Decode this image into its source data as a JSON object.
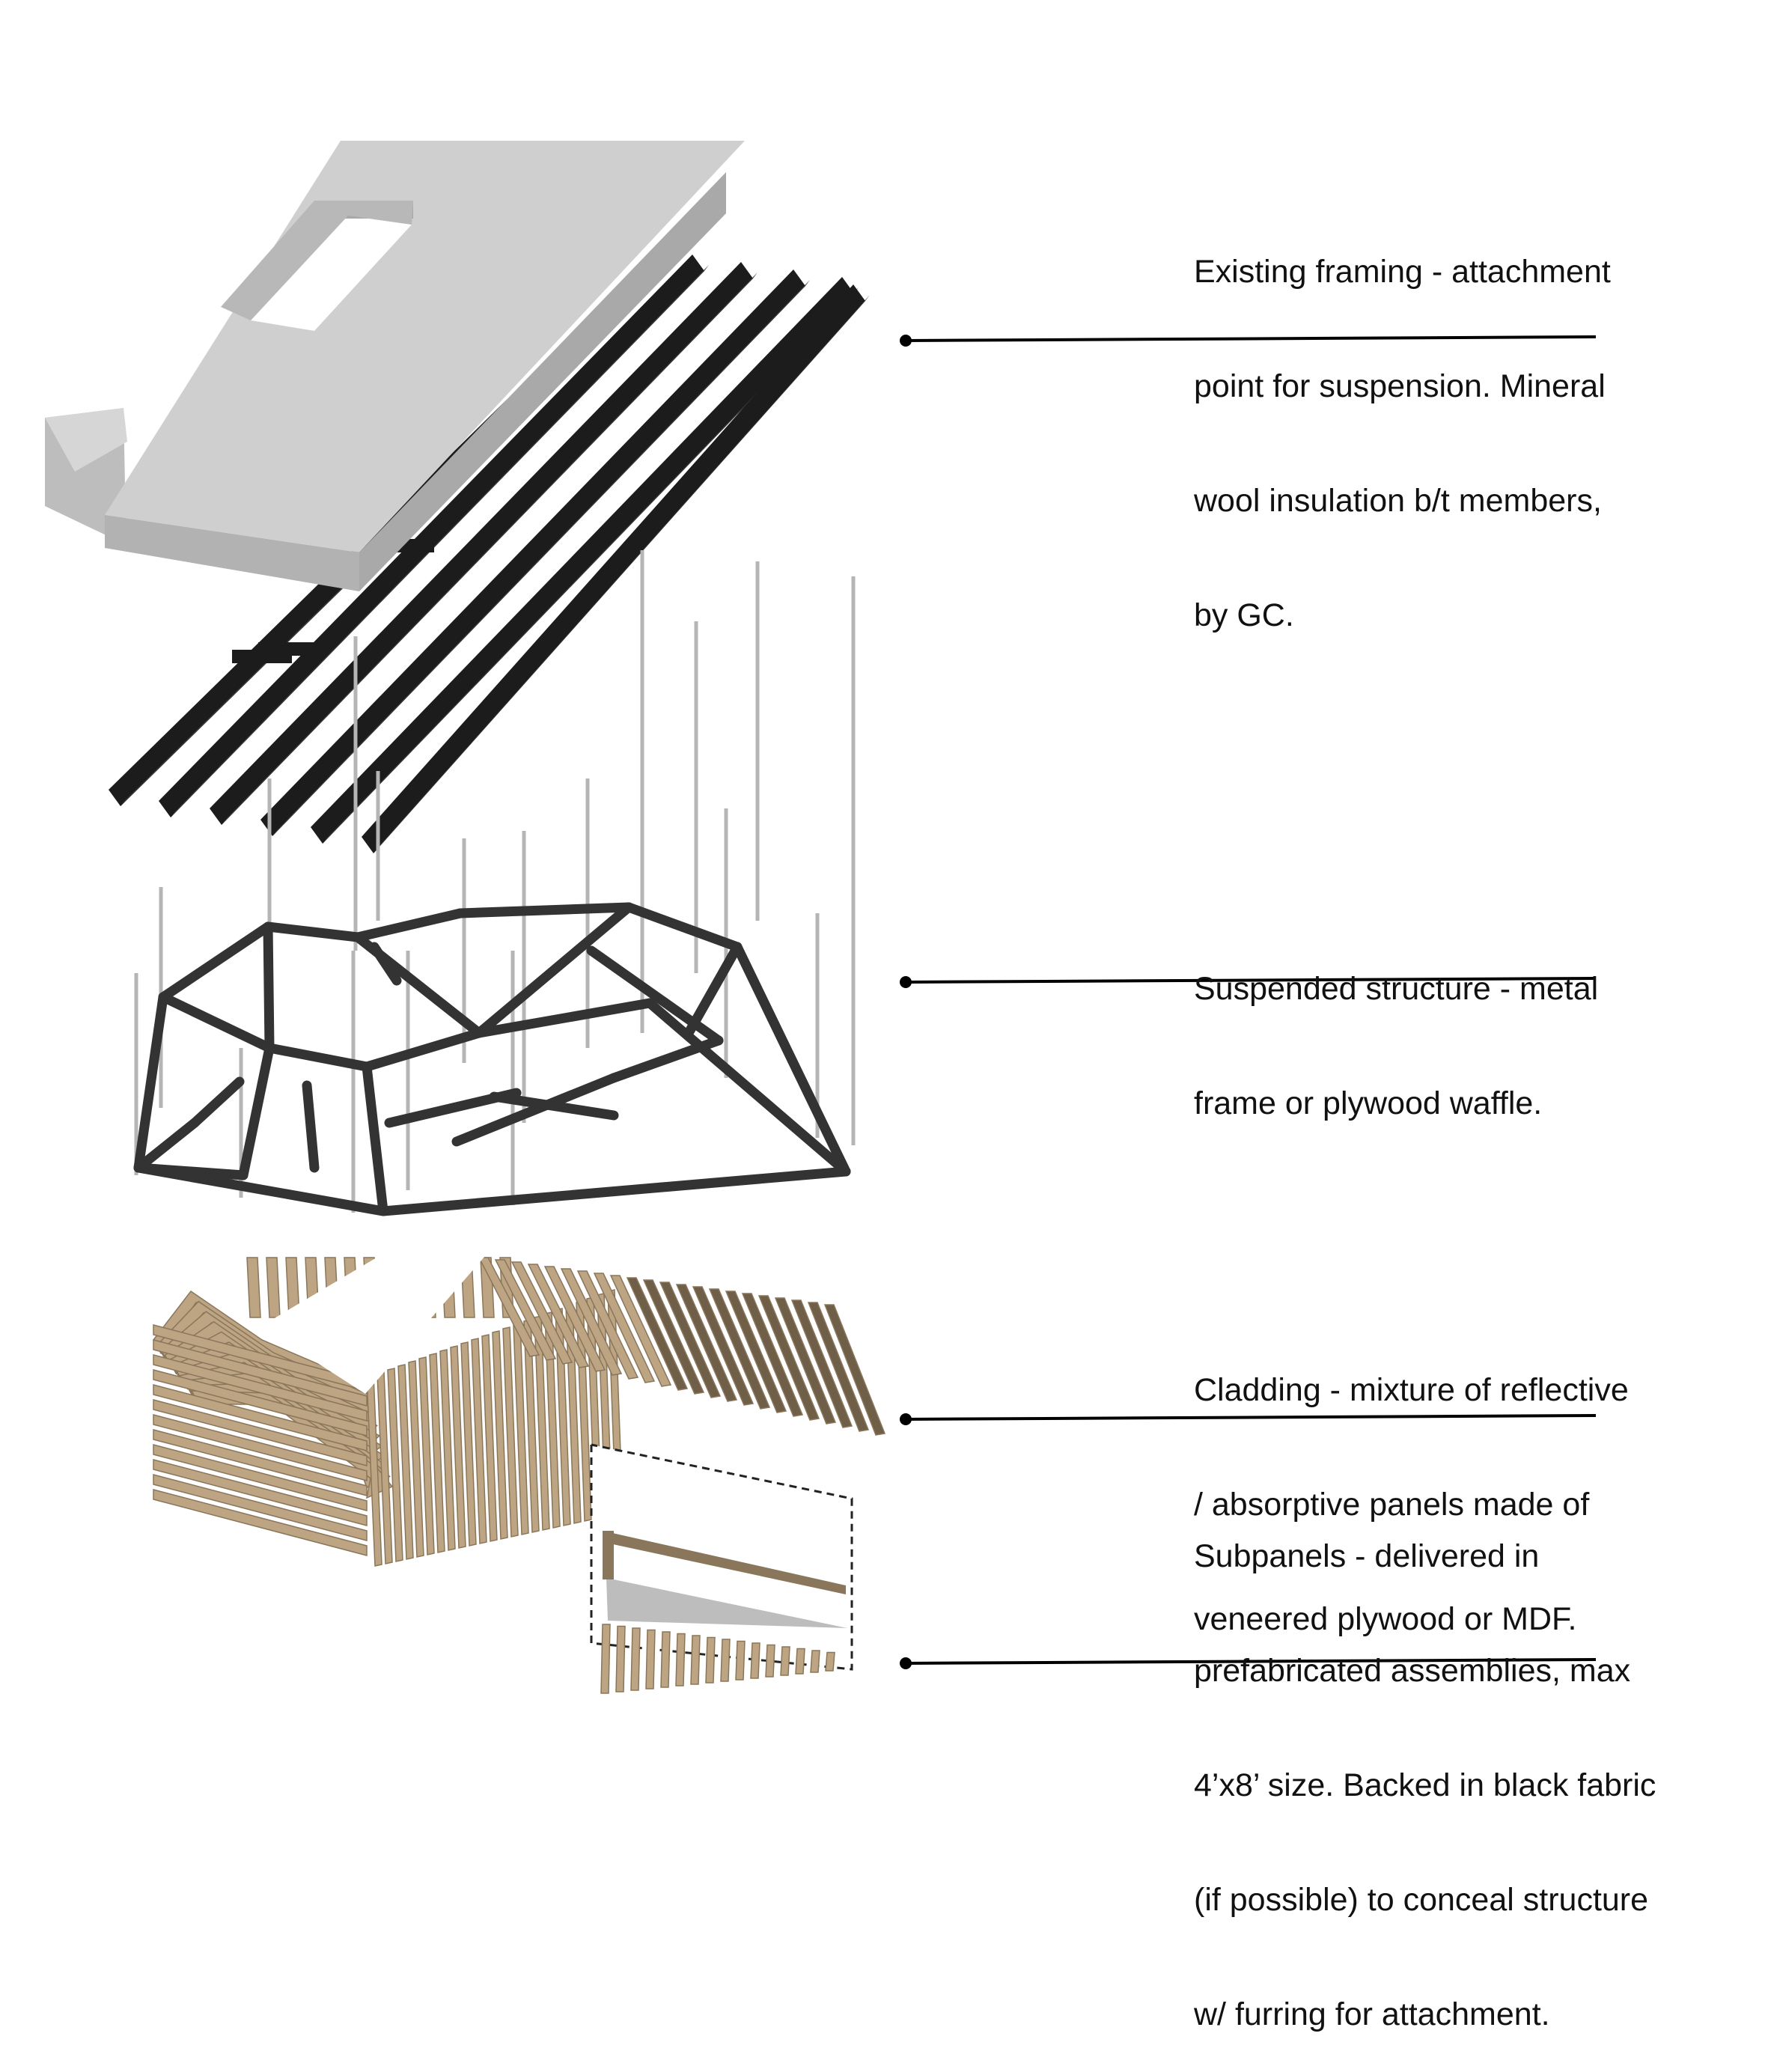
{
  "colors": {
    "slab_top": "#cfcfcf",
    "slab_side": "#b2b2b2",
    "slab_edge": "#9a9a9a",
    "joist": "#1c1c1c",
    "frame": "#333333",
    "rod": "#b5b5b5",
    "wood": "#bda584",
    "wood_dark": "#8a765a",
    "subpanel_fill": "#bdbdbd",
    "leader": "#000000",
    "text": "#111111"
  },
  "callouts": [
    {
      "id": "existing-framing",
      "lines": [
        "Existing framing - attachment",
        "point for suspension. Mineral",
        "wool insulation b/t members,",
        "by GC."
      ]
    },
    {
      "id": "suspended-structure",
      "lines": [
        "Suspended structure - metal",
        "frame or plywood waffle."
      ]
    },
    {
      "id": "cladding",
      "lines": [
        "Cladding - mixture of reflective",
        "/ absorptive panels made of",
        "veneered plywood or MDF."
      ]
    },
    {
      "id": "subpanels",
      "lines": [
        "Subpanels - delivered in",
        "prefabricated assemblies, max",
        "4’x8’ size. Backed in black fabric",
        "(if possible) to conceal structure",
        "w/ furring for attachment."
      ]
    }
  ]
}
